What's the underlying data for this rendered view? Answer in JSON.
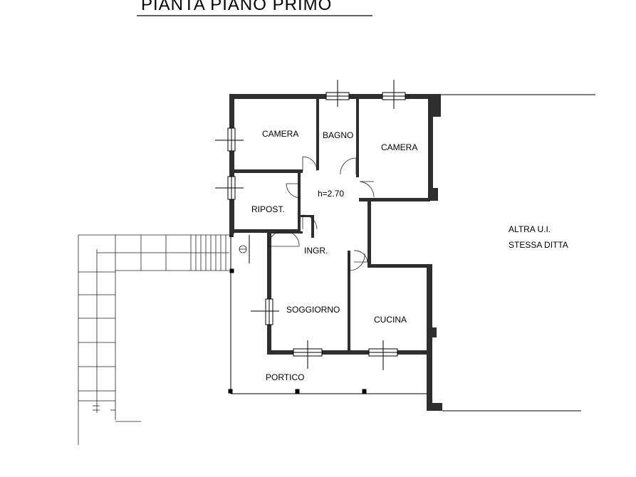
{
  "title": "PIANTA PIANO PRIMO",
  "rooms": {
    "camera_left": "CAMERA",
    "bagno": "BAGNO",
    "camera_right": "CAMERA",
    "height": "h=2.70",
    "ripost": "RIPOST.",
    "ingr": "INGR.",
    "soggiorno": "SOGGIORNO",
    "cucina": "CUCINA",
    "portico": "PORTICO"
  },
  "adjacent": {
    "line1": "ALTRA U.I.",
    "line2": "STESSA DITTA"
  }
}
